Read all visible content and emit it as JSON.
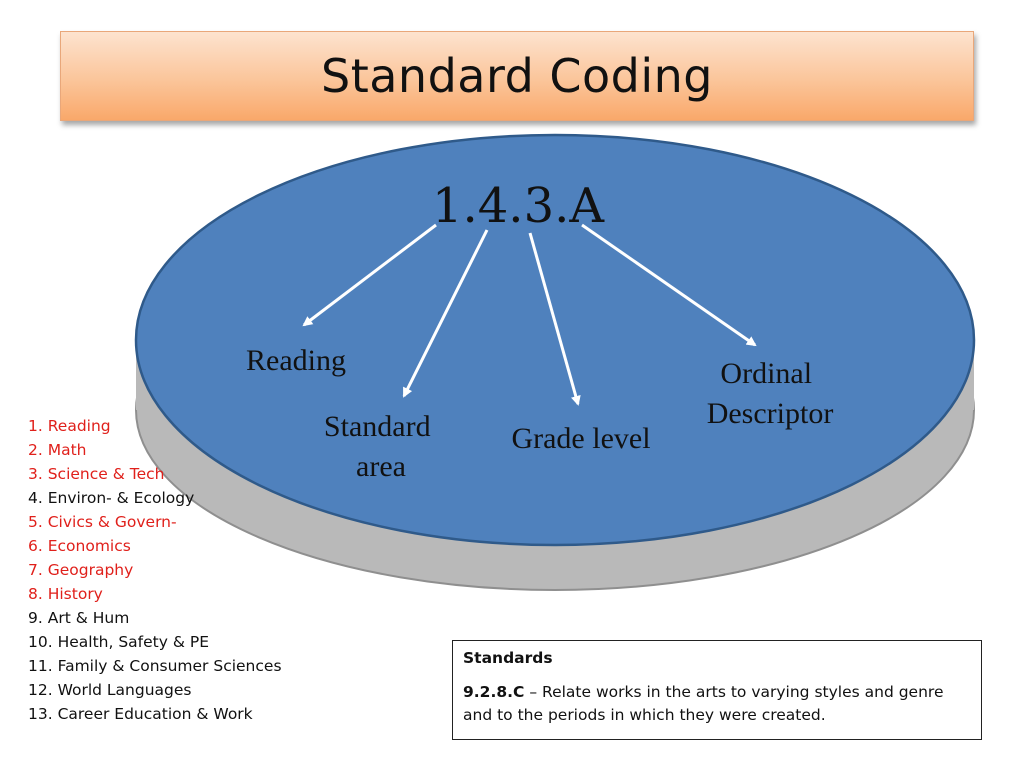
{
  "title": "Standard Coding",
  "diagram": {
    "code": "1.4.3.A",
    "parts": [
      {
        "line1": "Reading",
        "line2": ""
      },
      {
        "line1": "Standard",
        "line2": "area"
      },
      {
        "line1": "Grade level",
        "line2": ""
      },
      {
        "line1": "Ordinal",
        "line2": "Descriptor"
      }
    ]
  },
  "areas": [
    {
      "text": "1. Reading",
      "color": "#e0201b"
    },
    {
      "text": "2. Math",
      "color": "#e0201b"
    },
    {
      "text": "3. Science & Tech",
      "color": "#e0201b"
    },
    {
      "text": "4. Environ- & Ecology",
      "color": "#111111"
    },
    {
      "text": "5. Civics & Govern-",
      "color": "#e0201b"
    },
    {
      "text": "6. Economics",
      "color": "#e0201b"
    },
    {
      "text": "7. Geography",
      "color": "#e0201b"
    },
    {
      "text": "8. History",
      "color": "#e0201b"
    },
    {
      "text": "9. Art & Hum",
      "color": "#111111"
    },
    {
      "text": "10. Health, Safety & PE",
      "color": "#111111"
    },
    {
      "text": "11. Family & Consumer Sciences",
      "color": "#111111"
    },
    {
      "text": "12. World Languages",
      "color": "#111111"
    },
    {
      "text": "13. Career Education & Work",
      "color": "#111111"
    }
  ],
  "standards": {
    "heading": "Standards",
    "code": "9.2.8.C",
    "description": " – Relate works in the arts to varying styles and genre and to the periods in which they were created."
  },
  "colors": {
    "ellipse_fill": "#4f81bd",
    "ellipse_stroke": "#2f5a8a",
    "shadow_fill": "#b7b7b7",
    "title_gradient_top": "#fde3cf",
    "title_gradient_bottom": "#f9a86a",
    "list_red": "#e0201b"
  }
}
